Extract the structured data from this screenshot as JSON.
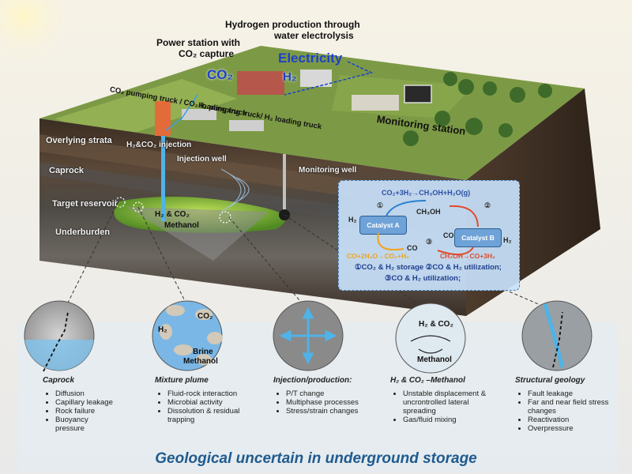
{
  "labels": {
    "hydrogen_production_line1": "Hydrogen production through",
    "hydrogen_production_line2": "water electrolysis",
    "power_station_line1": "Power station with",
    "power_station_line2": "CO₂ capture",
    "electricity": "Electricity",
    "co2": "CO₂",
    "h2": "H₂",
    "co2_truck": "CO₂ pumping truck / CO₂ loading truck",
    "h2_truck": "H₂ pumping truck/ H₂ loading truck",
    "monitoring_station": "Monitoring station",
    "injection": "H₂&CO₂ injection",
    "injection_well": "Injection well",
    "monitoring_well": "Monitoring well",
    "overlying_strata": "Overlying strata",
    "caprock": "Caprock",
    "target_reservoir": "Target reservoir",
    "underburden": "Underburden",
    "reservoir_gas": "H₂ & CO₂",
    "reservoir_methanol": "Methanol"
  },
  "catalyst_box": {
    "eq_top": "CO₂+3H₂→CH₃OH+H₂O(g)",
    "ch3oh": "CH₃OH",
    "h2_left": "H₂",
    "h2_right": "H₂",
    "catalyst_a": "Catalyst A",
    "catalyst_b": "Catalyst B",
    "co_left": "CO",
    "co_right": "CO",
    "eq_left": "CO+2H₂O→CO₂+H₂",
    "eq_right": "CH₃OH→CO+3H₂",
    "num1": "①",
    "num2": "②",
    "num3": "③",
    "storage_line": "①CO₂ & H₂ storage ②CO & H₂ utilization;",
    "utilization_line": "③CO & H₂ utilization;"
  },
  "insets": {
    "mixture_co2": "CO₂",
    "mixture_h2": "H₂",
    "mixture_brine": "Brine",
    "mixture_methanol": "Methanol",
    "methanol_gas": "H₂ & CO₂",
    "methanol_label": "Methanol"
  },
  "panels": [
    {
      "title": "Caprock",
      "items": [
        "Diffusion",
        "Capillary leakage",
        "Rock failure",
        "Buoyancy pressure"
      ]
    },
    {
      "title": "Mixture plume",
      "items": [
        "Fluid-rock interaction",
        "Microbial activity",
        "Dissolution & residual trapping"
      ]
    },
    {
      "title": "Injection/production:",
      "items": [
        "P/T change",
        "Multiphase processes",
        "Stress/strain changes"
      ]
    },
    {
      "title": "H₂ & CO₂ –Methanol",
      "items": [
        "Unstable displacement & uncrontrolled lateral spreading",
        "Gas/fluid mixing"
      ]
    },
    {
      "title": "Structural geology",
      "items": [
        "Fault leakage",
        "Far and near field stress changes",
        "Reactivation",
        "Overpressure"
      ]
    }
  ],
  "bottom_title": "Geological uncertain in underground storage",
  "colors": {
    "title_blue": "#1f5b8f",
    "electricity_blue": "#1e40c8",
    "reservoir_green": "#7fc23a",
    "catalyst_blue": "#6fa3d8",
    "arrow_blue": "#2a7fd0",
    "arrow_red": "#e04a2a",
    "arrow_orange": "#f2a31b"
  }
}
